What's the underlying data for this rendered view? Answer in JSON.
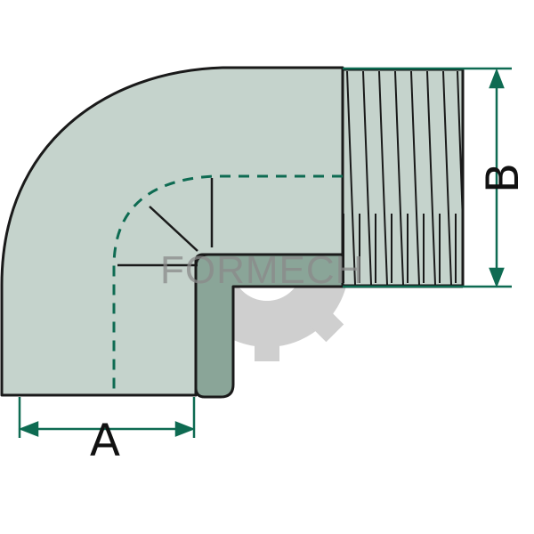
{
  "labels": {
    "dimension_a": "A",
    "dimension_b": "B"
  },
  "watermark": {
    "text": "FORMECH",
    "logo": "gear-logo"
  },
  "icons": [
    "gear-icon"
  ],
  "colors": {
    "body_fill": "#c5d3cc",
    "body_stroke": "#1a1a1a",
    "inner_fill": "#8aa598",
    "dimension_line": "#0e6b52",
    "hidden_line": "#0e6b52",
    "watermark": "#9a9a9a",
    "label": "#111111"
  }
}
